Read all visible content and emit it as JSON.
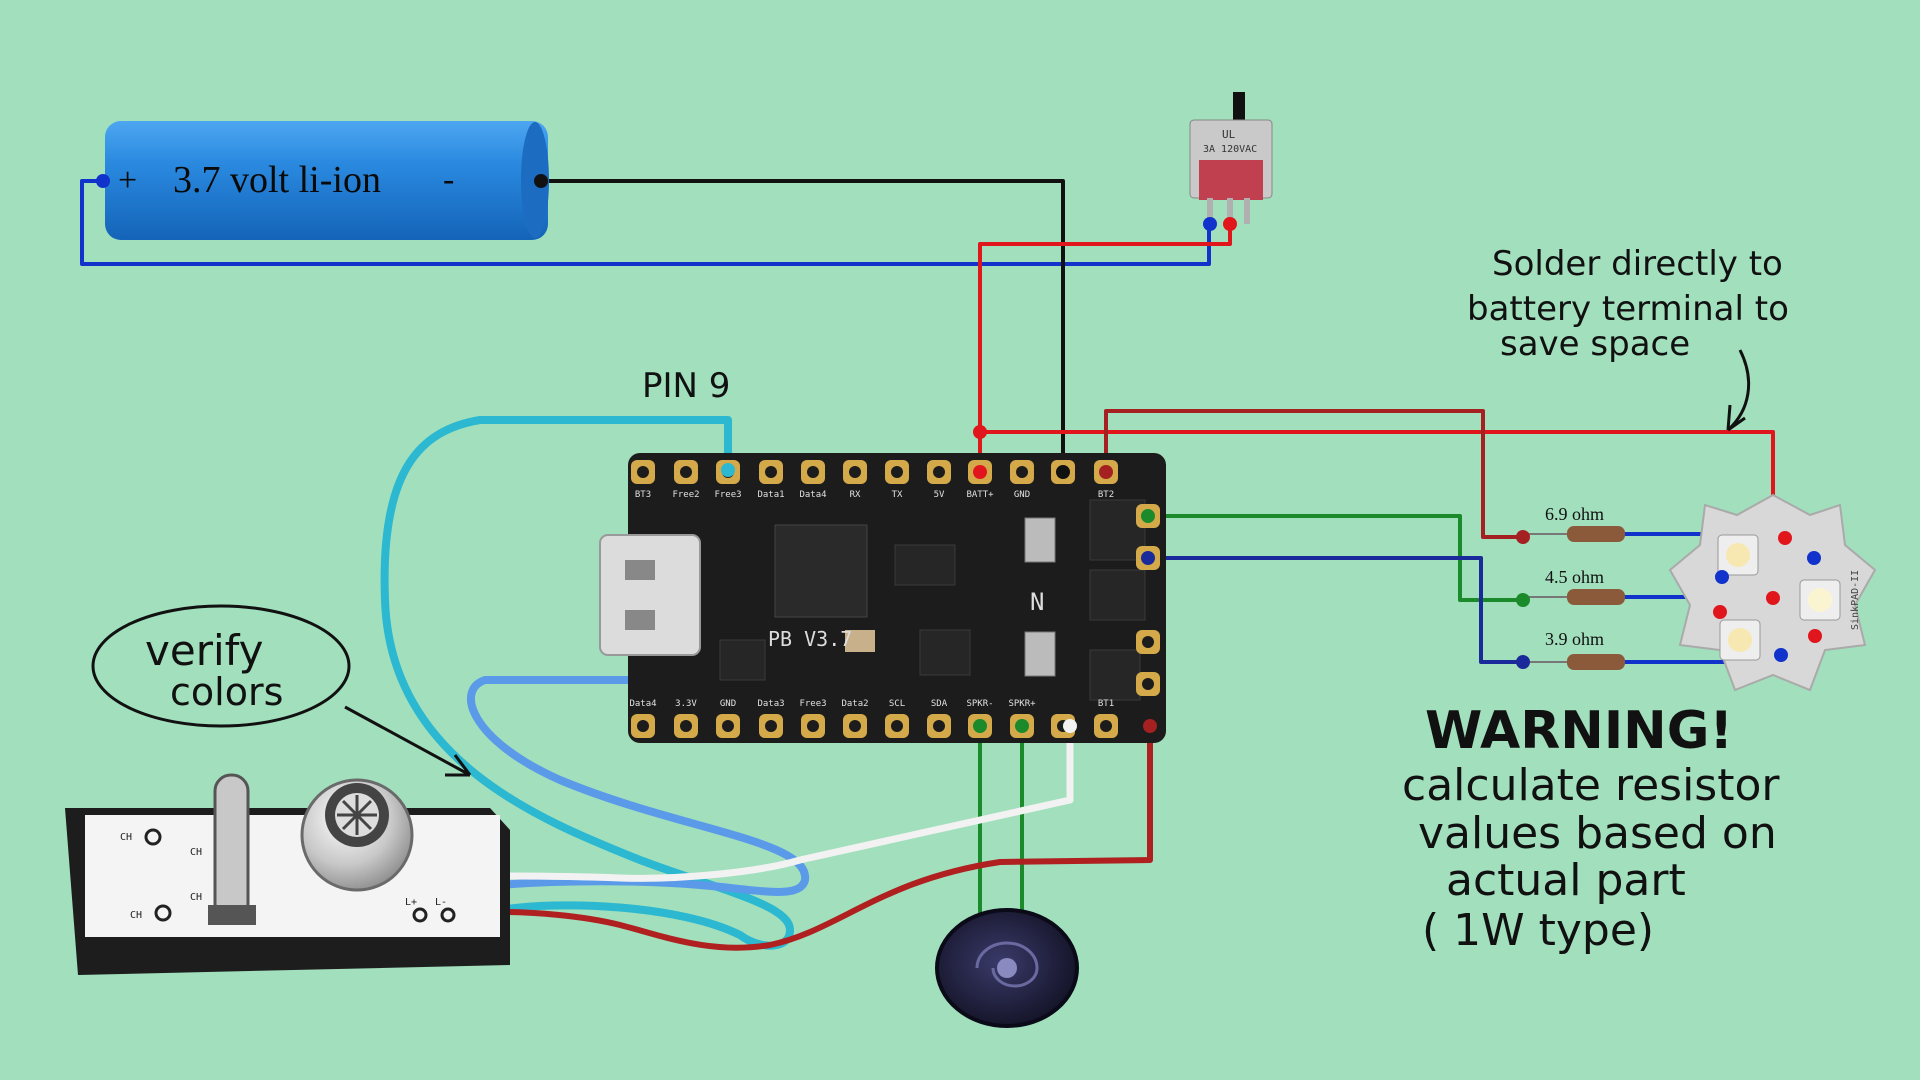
{
  "battery": {
    "plus": "+",
    "label": "3.7 volt li-ion",
    "minus": "-"
  },
  "switch": {
    "text_line1": "UL",
    "text_line2": "3A 120VAC"
  },
  "board": {
    "model": "PB V3.7",
    "top_pins": [
      "BT3",
      "Free2",
      "Free3",
      "Data1",
      "Data4",
      "RX",
      "TX",
      "5V",
      "BATT+",
      "GND",
      "",
      "BT2"
    ],
    "bottom_pins": [
      "Data4",
      "3.3V",
      "GND",
      "Data3",
      "Free3",
      "Data2",
      "SCL",
      "SDA",
      "SPKR-",
      "SPKR+",
      "",
      "BT1"
    ]
  },
  "annotations": {
    "pin9": "PIN 9",
    "verify_line1": "verify",
    "verify_line2": "colors",
    "solder_line1": "Solder directly to",
    "solder_line2": "battery terminal to",
    "solder_line3": "save space",
    "warning_title": "WARNING!",
    "warning_line1": "calculate resistor",
    "warning_line2": "values based on",
    "warning_line3": "actual part",
    "warning_line4": "( 1W type)"
  },
  "resistors": [
    {
      "label": "6.9 ohm"
    },
    {
      "label": "4.5 ohm"
    },
    {
      "label": "3.9 ohm"
    }
  ],
  "led_board": {
    "brand": "SinkPAD-II"
  },
  "connector_board": {
    "labels": [
      "CH",
      "CH",
      "CH",
      "CH",
      "L+",
      "L-"
    ]
  },
  "colors": {
    "background": "#a1dfbd",
    "wire_red": "#e0161c",
    "wire_darkred": "#a52020",
    "wire_blue": "#1133cc",
    "wire_darkblue": "#1a2a9a",
    "wire_green": "#1a8a2a",
    "wire_cyan": "#2cb8d0",
    "wire_lightblue": "#5a9ae8",
    "wire_white": "#f2f2f2",
    "wire_black": "#111111",
    "battery": "#2a8ae0",
    "pcb": "#1c1c1c",
    "pad_gold": "#d4a94a"
  }
}
